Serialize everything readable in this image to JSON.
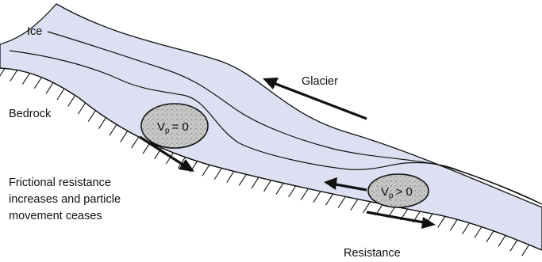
{
  "labels": {
    "ice": "Ice",
    "bedrock": "Bedrock",
    "glacier": "Glacier",
    "friction_lines": [
      "Frictional resistance",
      "increases and particle",
      "movement ceases"
    ],
    "resistance": "Resistance"
  },
  "particles": [
    {
      "symbol": "V",
      "subscript": "p",
      "relation": "= 0"
    },
    {
      "symbol": "V",
      "subscript": "p",
      "relation": "> 0"
    }
  ],
  "colors": {
    "ice_fill": "#dde0f2",
    "outline": "#111111",
    "particle_fill": "#c9c9c9"
  }
}
